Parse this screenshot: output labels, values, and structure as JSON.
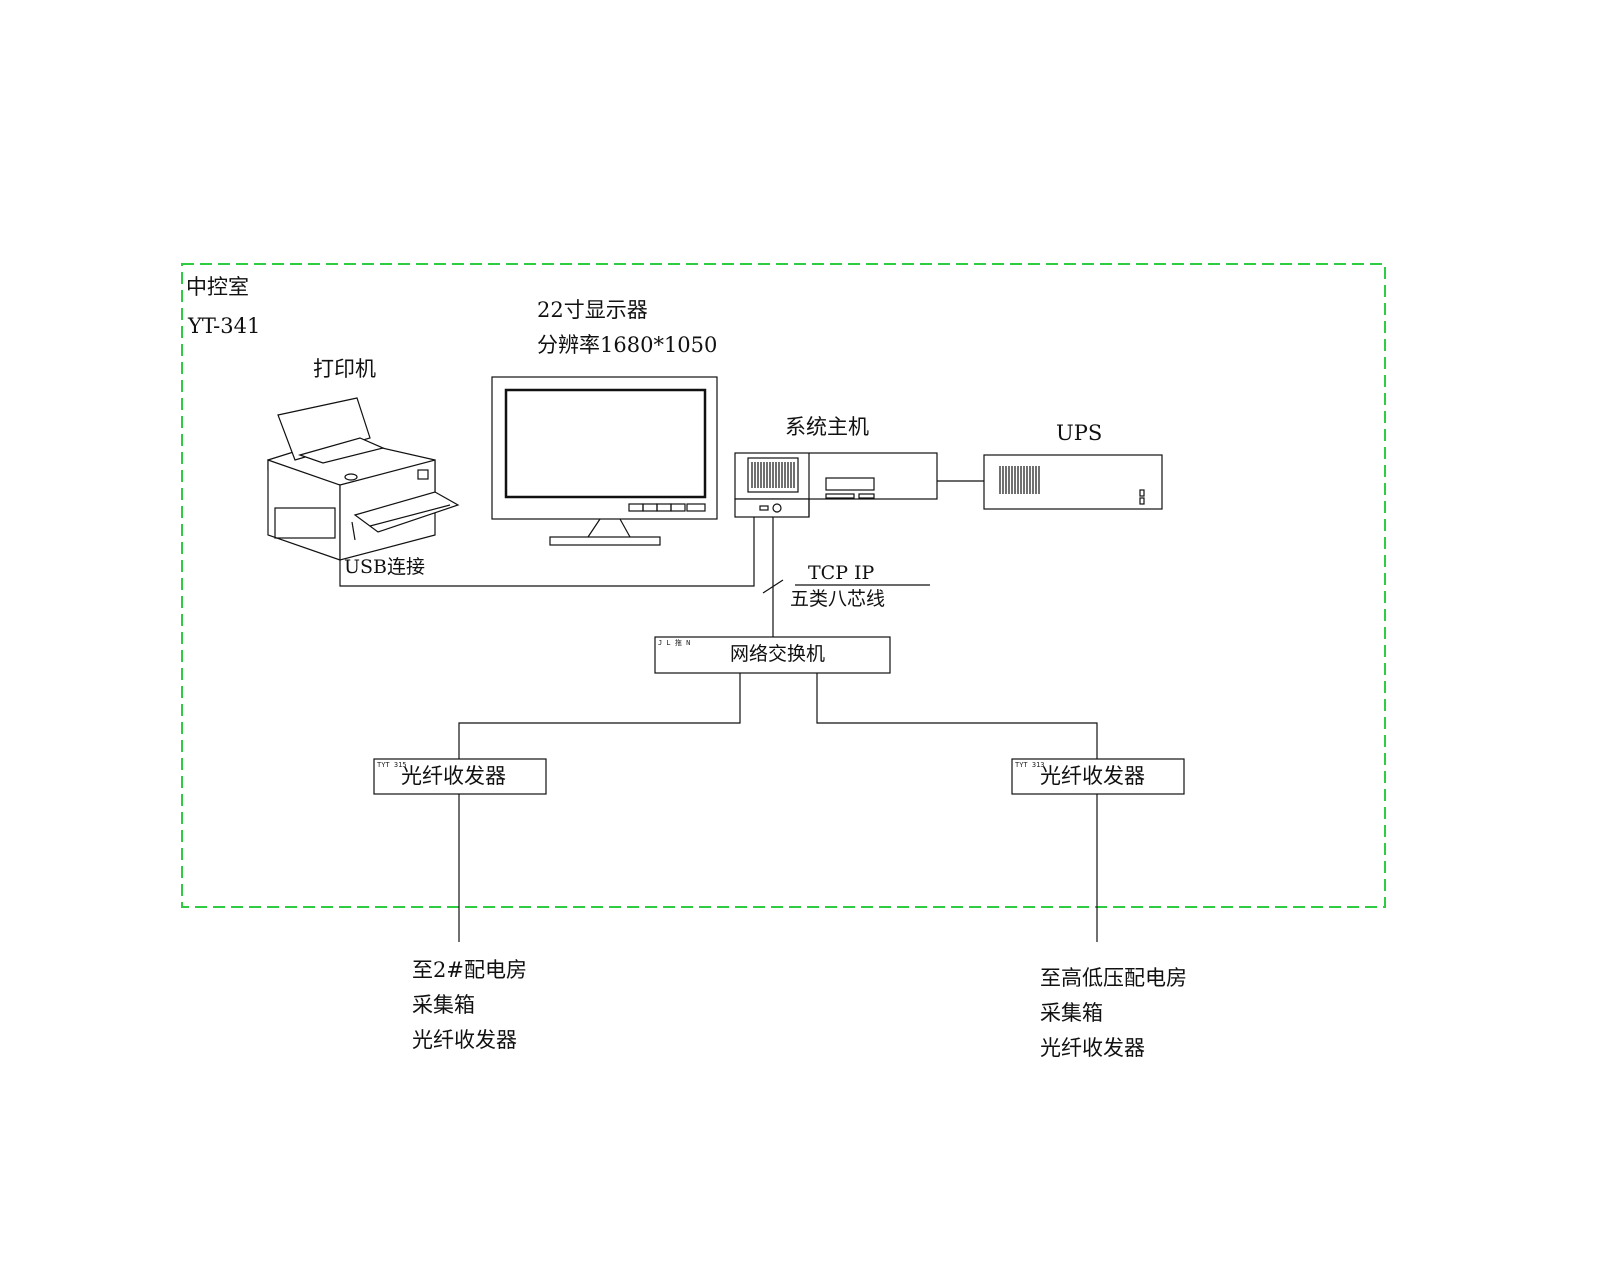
{
  "room": {
    "name": "中控室",
    "code": "YT-341"
  },
  "printer": {
    "label": "打印机",
    "connection": "USB连接"
  },
  "monitor": {
    "size": "22寸显示器",
    "resolution": "分辨率1680*1050"
  },
  "host": {
    "label": "系统主机"
  },
  "ups": {
    "label": "UPS"
  },
  "network": {
    "protocol": "TCP IP",
    "cable": "五类八芯线"
  },
  "switch": {
    "label": "网络交换机",
    "model": "J L 拖 N"
  },
  "transceivers": [
    {
      "label": "光纤收发器",
      "model": "TYT 315",
      "destination": [
        "至2#配电房",
        "采集箱",
        "光纤收发器"
      ]
    },
    {
      "label": "光纤收发器",
      "model": "TYT 313",
      "destination": [
        "至高低压配电房",
        "采集箱",
        "光纤收发器"
      ]
    }
  ],
  "colors": {
    "boundary": "#2ecc40",
    "line": "#111111",
    "background": "#ffffff"
  },
  "icons": [
    "printer-icon",
    "monitor-icon",
    "host-computer-icon",
    "ups-icon"
  ]
}
